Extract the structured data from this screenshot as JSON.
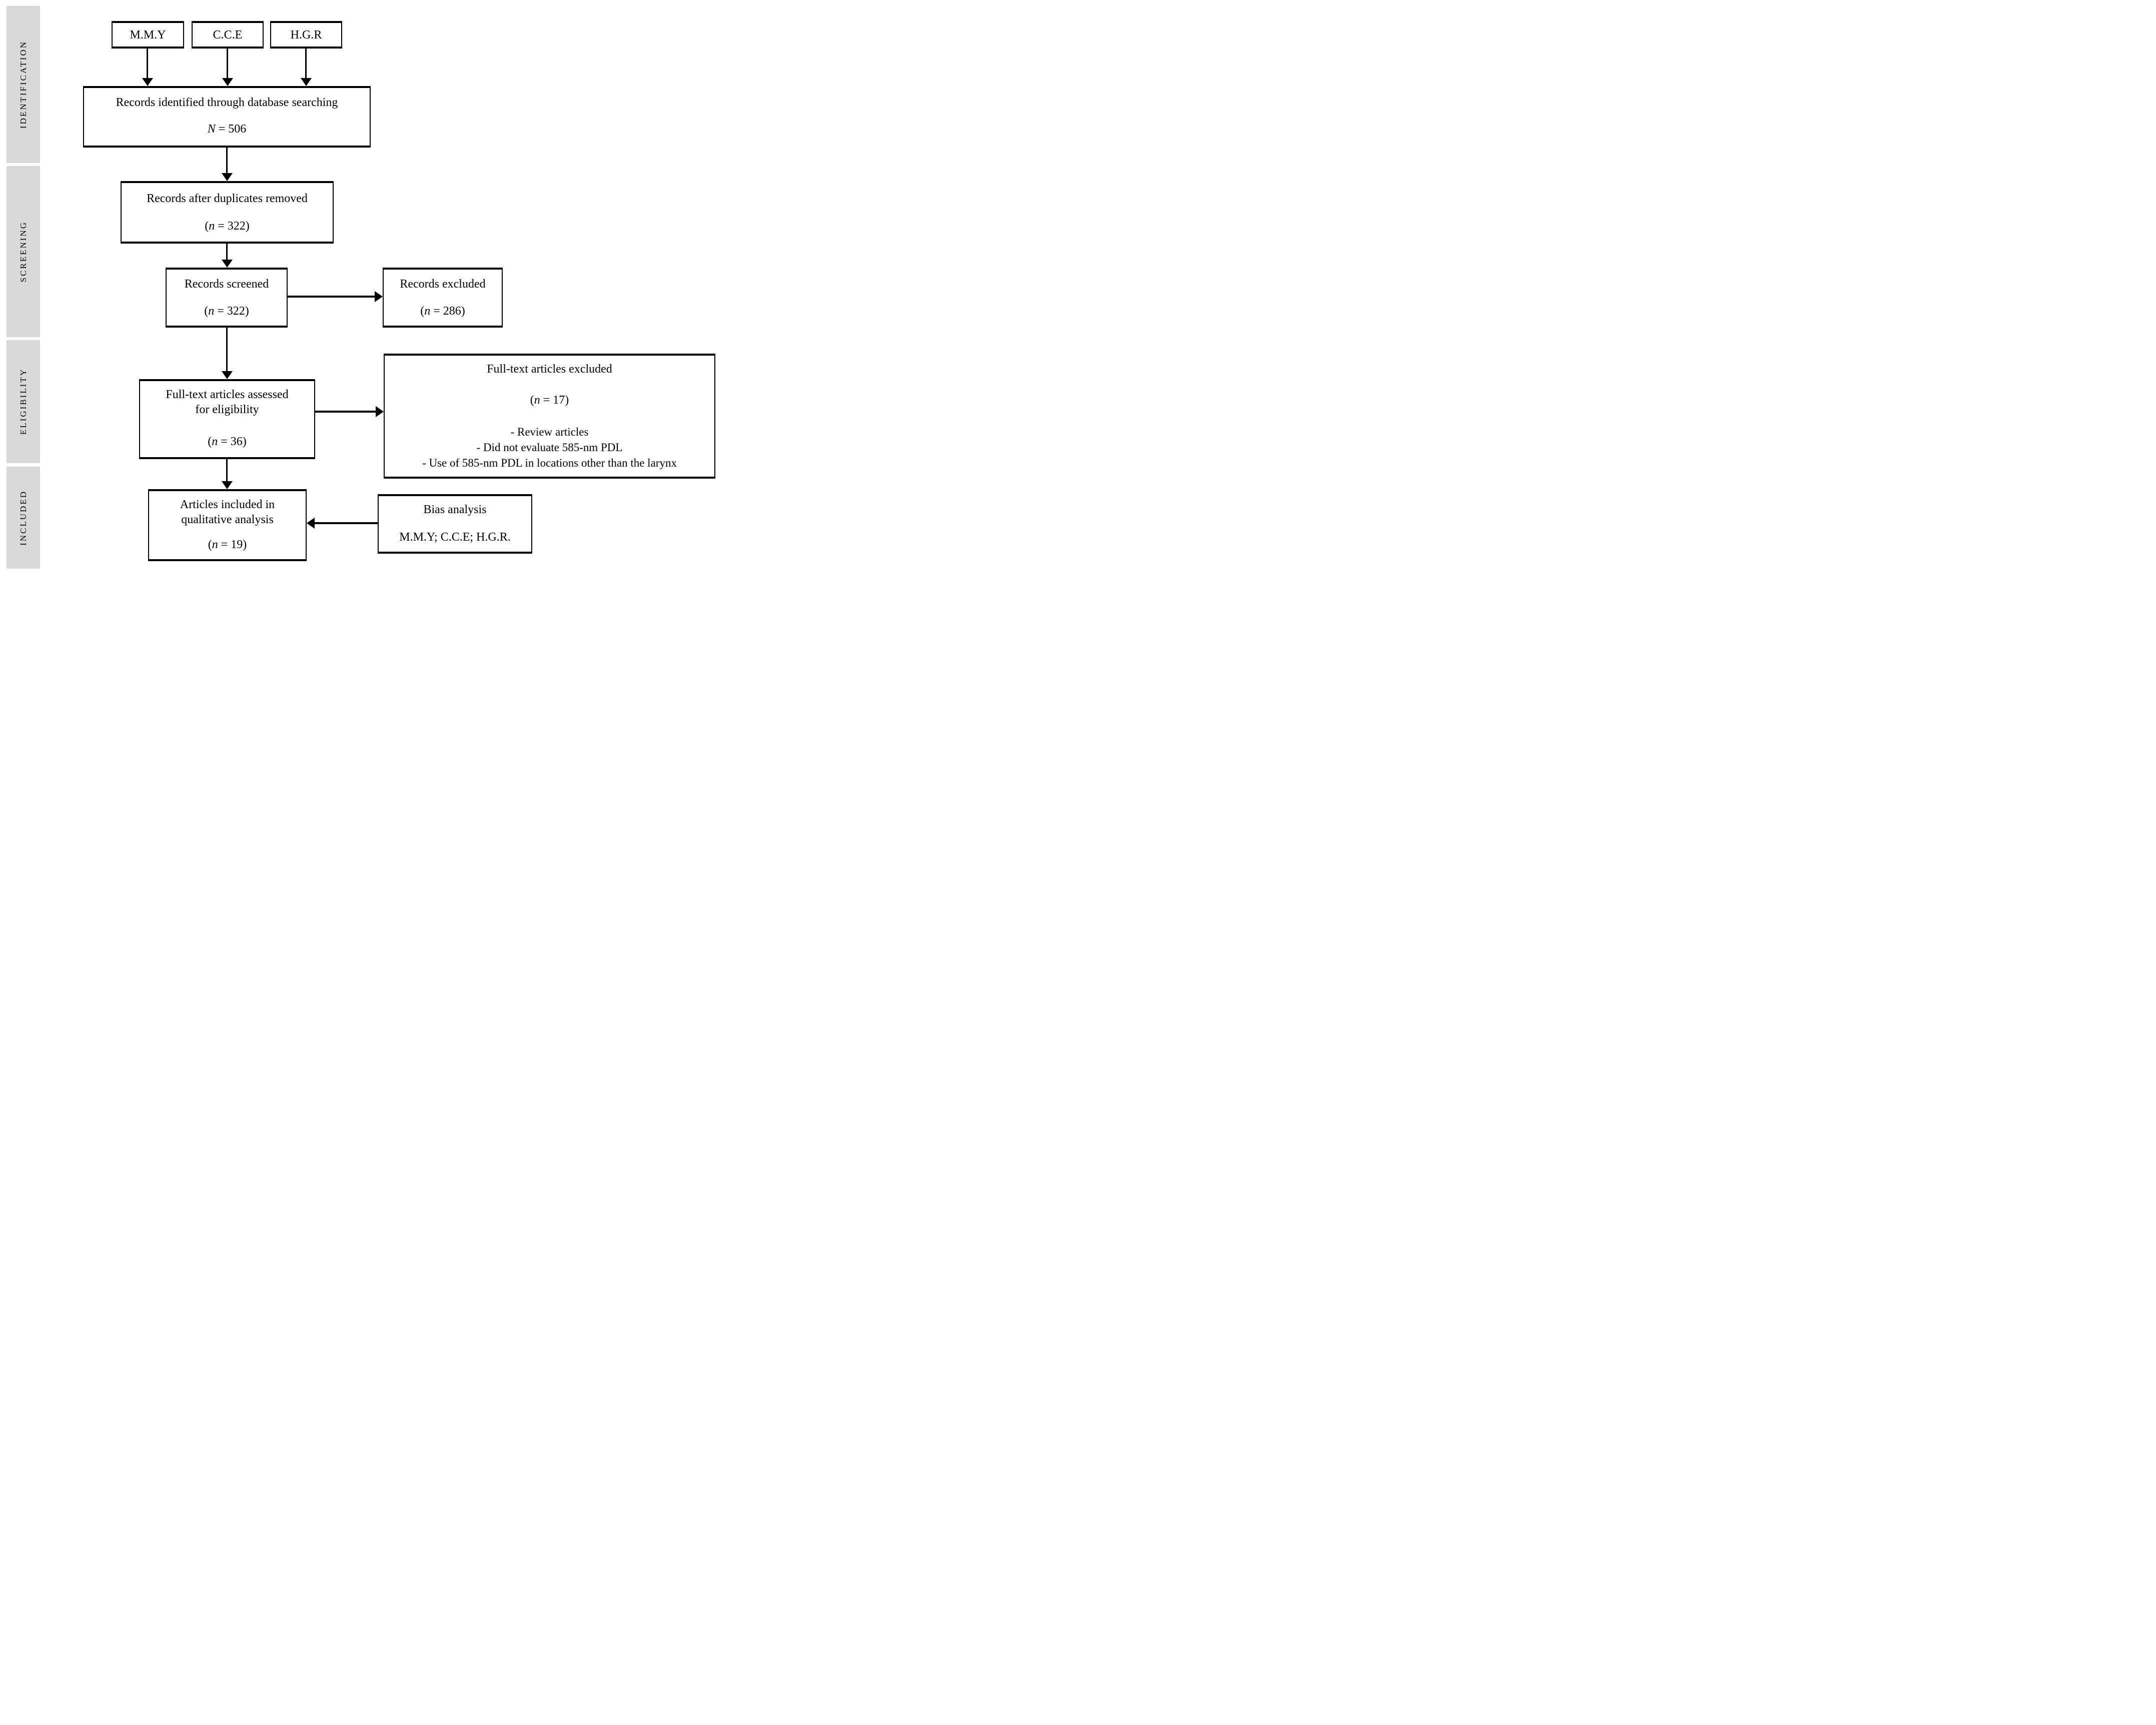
{
  "diagram": {
    "type": "PRISMA flow diagram",
    "colors": {
      "sidebar_bg": "#d9d9d9",
      "border": "#000000",
      "background": "#ffffff",
      "text": "#000000"
    }
  },
  "sidebar": {
    "sections": [
      {
        "label": "IDENTIFICATION"
      },
      {
        "label": "SCREENING"
      },
      {
        "label": "ELIGIBILITY"
      },
      {
        "label": "INCLUDED"
      }
    ]
  },
  "reviewers": [
    {
      "label": "M.M.Y"
    },
    {
      "label": "C.C.E"
    },
    {
      "label": "H.G.R"
    }
  ],
  "boxes": {
    "identified": {
      "title": "Records identified through database searching",
      "count": {
        "open": "",
        "var": "N",
        "rest": " = 506"
      }
    },
    "duplicates": {
      "title": "Records after duplicates removed",
      "count": {
        "open": "(",
        "var": "n",
        "rest": " = 322)"
      }
    },
    "screened": {
      "title": "Records screened",
      "count": {
        "open": "(",
        "var": "n",
        "rest": " = 322)"
      }
    },
    "excluded": {
      "title": "Records excluded",
      "count": {
        "open": "(",
        "var": "n",
        "rest": " = 286)"
      }
    },
    "assessed": {
      "title_line1": "Full-text articles assessed",
      "title_line2": "for eligibility",
      "count": {
        "open": "(",
        "var": "n",
        "rest": " = 36)"
      }
    },
    "fulltext_excluded": {
      "title": "Full-text articles excluded",
      "count": {
        "open": "(",
        "var": "n",
        "rest": " = 17)"
      },
      "reasons": [
        "- Review articles",
        "- Did not evaluate 585-nm PDL",
        "- Use of 585-nm PDL in locations other than the larynx"
      ]
    },
    "included": {
      "title_line1": "Articles included in",
      "title_line2": "qualitative analysis",
      "count": {
        "open": "(",
        "var": "n",
        "rest": " = 19)"
      }
    },
    "bias": {
      "title": "Bias analysis",
      "reviewers": "M.M.Y; C.C.E; H.G.R."
    }
  }
}
